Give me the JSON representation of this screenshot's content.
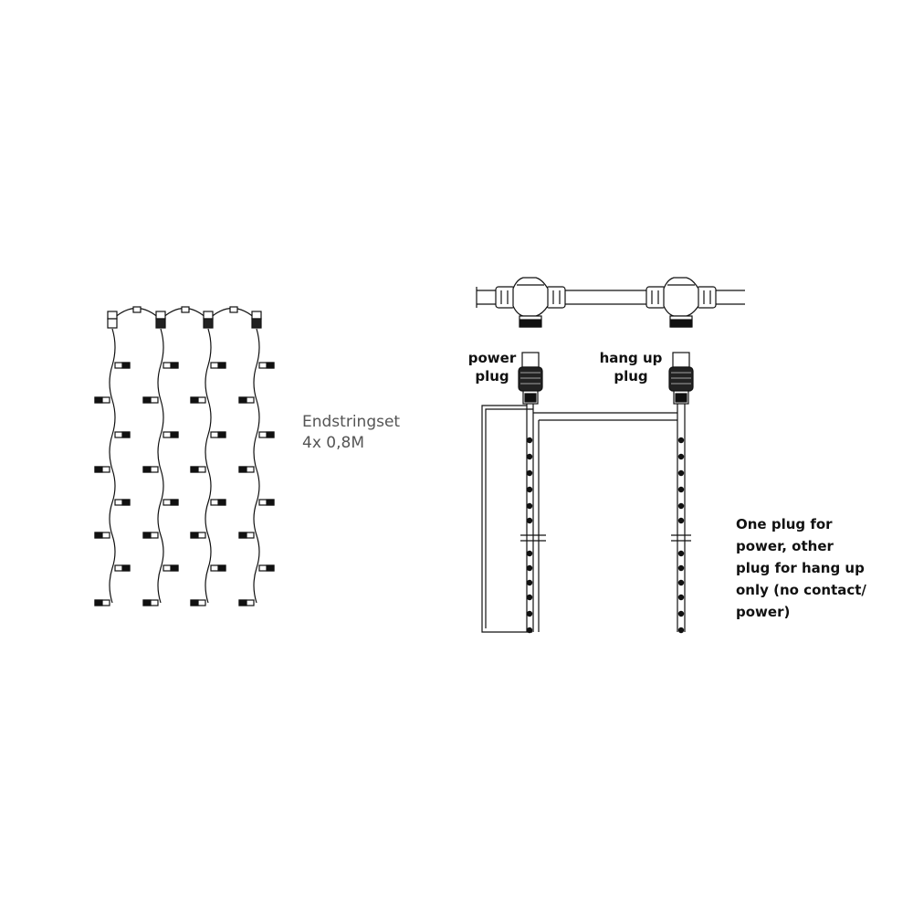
{
  "left_diagram": {
    "title": "Endstringset",
    "subtitle": "4x 0,8M"
  },
  "right_diagram": {
    "power_plug_label": [
      "power",
      "plug"
    ],
    "hangup_plug_label": [
      "hang up",
      "plug"
    ],
    "note_lines": [
      "One plug for",
      "power, other",
      "plug for hang up",
      "only (no contact/",
      "power)"
    ]
  },
  "colors": {
    "line": "#111111",
    "background": "#ffffff",
    "title_text": "#555555"
  }
}
